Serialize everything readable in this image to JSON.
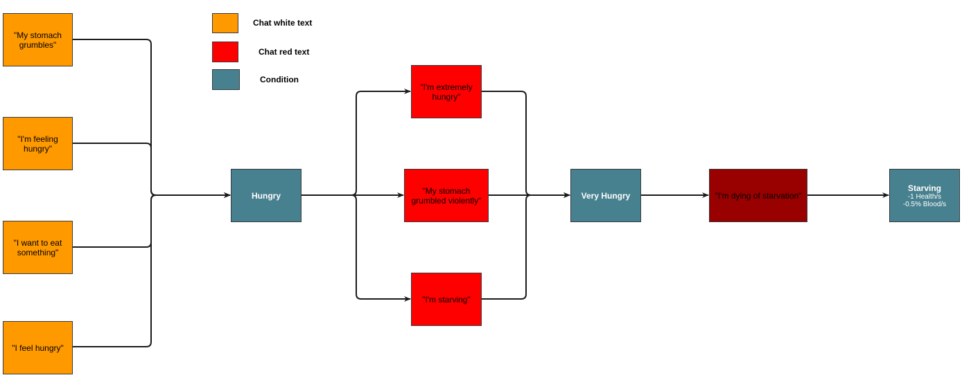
{
  "colors": {
    "chat_white_text": "#ff9900",
    "chat_red_text": "#ff0000",
    "dying_red": "#990000",
    "condition": "#47808e",
    "border": "#36393d",
    "connector": "#1a1a1a"
  },
  "legend": [
    {
      "label": "Chat white text",
      "color": "#ff9900"
    },
    {
      "label": "Chat red text",
      "color": "#ff0000"
    },
    {
      "label": "Condition",
      "color": "#47808e"
    }
  ],
  "messages": {
    "stomach_grumbles": "\"My stomach grumbles\"",
    "feeling_hungry": "\"I'm feeling hungry\"",
    "want_to_eat": "\"I want to eat something\"",
    "feel_hungry": "\"I feel hungry\"",
    "extremely_hungry": "\"I'm extremely hungry\"",
    "grumbled_violently": "\"My stomach grumbled violently\"",
    "starving": "\"I'm starving\"",
    "dying": "\"I'm dying of starvation\""
  },
  "conditions": {
    "hungry": "Hungry",
    "very_hungry": "Very Hungry",
    "starving": {
      "title": "Starving",
      "effects": [
        "-1 Health/s",
        "-0.5% Blood/s"
      ]
    }
  }
}
